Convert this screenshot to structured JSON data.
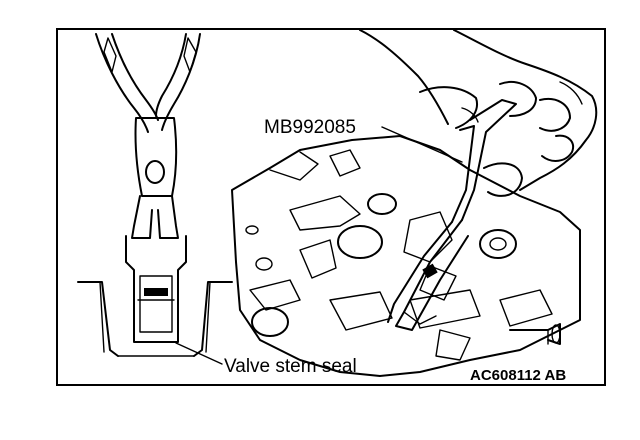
{
  "labels": {
    "tool_number": "MB992085",
    "part_name": "Valve stem seal",
    "figure_code": "AC608112 AB"
  }
}
